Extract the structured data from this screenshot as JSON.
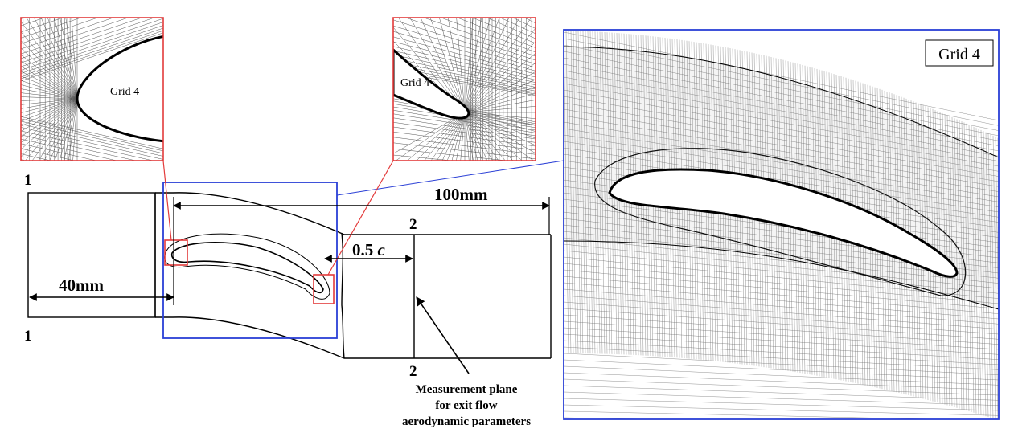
{
  "insets": {
    "leading_edge_label": "Grid 4",
    "trailing_edge_label": "Grid 4",
    "main_label": "Grid 4"
  },
  "domain": {
    "section_inlet_top": "1",
    "section_inlet_bottom": "1",
    "section_exit_top": "2",
    "section_exit_bottom": "2",
    "dim_total": "100mm",
    "dim_inlet": "40mm",
    "dim_axial_prefix": "0.5 ",
    "dim_axial_symbol": "c",
    "measurement_line1": "Measurement plane",
    "measurement_line2": "for exit flow",
    "measurement_line3": "aerodynamic parameters"
  },
  "colors": {
    "zoom_box": "#e33b3b",
    "main_box": "#2a3fd6",
    "mesh": "#4a4a4a",
    "outline": "#000000"
  }
}
